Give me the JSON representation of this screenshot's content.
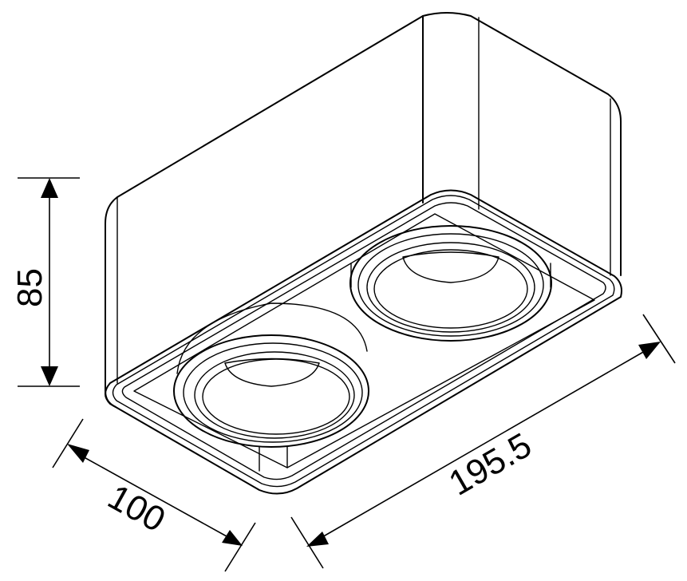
{
  "dimensions": {
    "height": "85",
    "depth": "100",
    "length": "195.5"
  }
}
